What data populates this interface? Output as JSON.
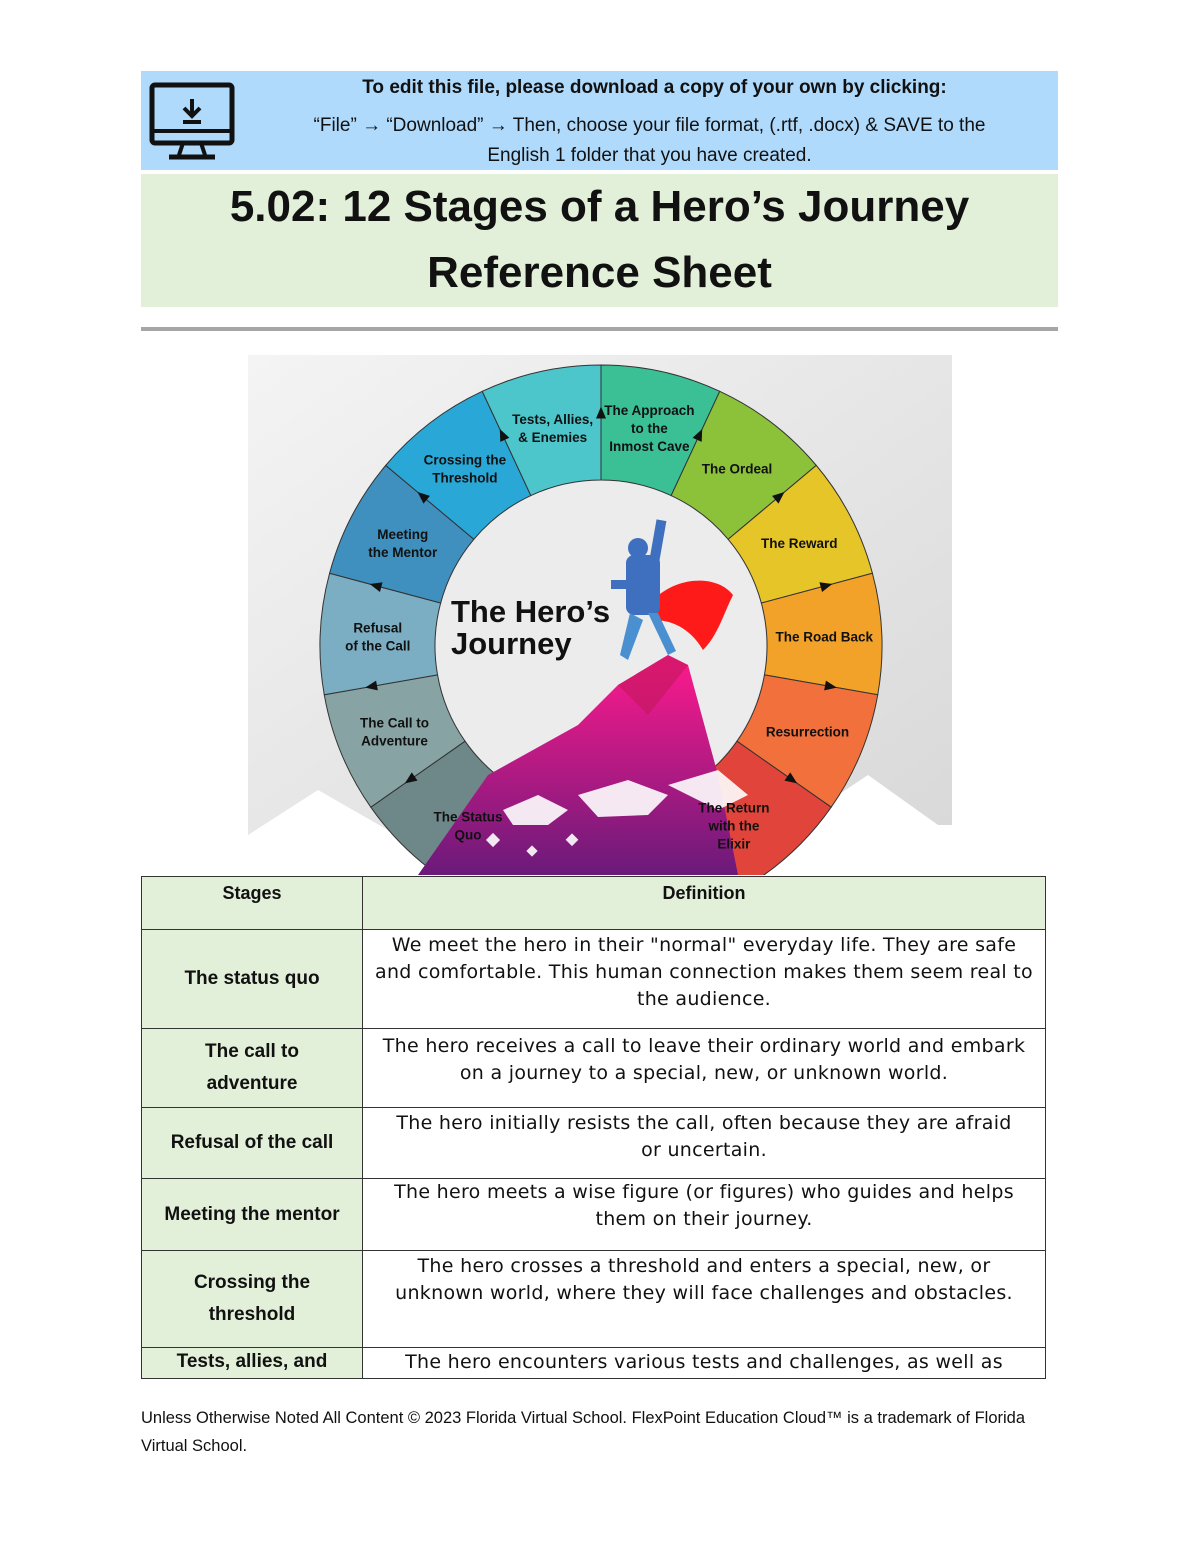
{
  "banner": {
    "icon": "monitor-download-icon",
    "line1": "To edit this file, please download a copy of your own by clicking:",
    "line2": "“File” → “Download” → Then, choose your file format, (.rtf, .docx) & SAVE to the",
    "line3": "English 1 folder that you have created."
  },
  "title": {
    "line1": "5.02: 12 Stages of a Hero’s Journey",
    "line2": "Reference Sheet"
  },
  "diagram": {
    "center_title_line1": "The Hero’s",
    "center_title_line2": "Journey",
    "stages": [
      {
        "label": "The Status\nQuo",
        "color": "#6e8789"
      },
      {
        "label": "The Call to\nAdventure",
        "color": "#87a3a4"
      },
      {
        "label": "Refusal\nof the Call",
        "color": "#7badc3"
      },
      {
        "label": "Meeting\nthe Mentor",
        "color": "#3f90bf"
      },
      {
        "label": "Crossing the\nThreshold",
        "color": "#29a7d6"
      },
      {
        "label": "Tests, Allies,\n& Enemies",
        "color": "#4dc6cb"
      },
      {
        "label": "The Approach\nto the\nInmost Cave",
        "color": "#3bbf95"
      },
      {
        "label": "The Ordeal",
        "color": "#8cc13a"
      },
      {
        "label": "The Reward",
        "color": "#e6c528"
      },
      {
        "label": "The Road Back",
        "color": "#f3a229"
      },
      {
        "label": "Resurrection",
        "color": "#f2703b"
      },
      {
        "label": "The Return\nwith the\nElixir",
        "color": "#e0443a"
      }
    ]
  },
  "table": {
    "headers": [
      "Stages",
      "Definition"
    ],
    "rows": [
      {
        "stage": "The status quo",
        "definition": "We meet the hero in their \"normal\" everyday life. They are safe and comfortable. This human connection makes them seem real to the audience."
      },
      {
        "stage": "The call to adventure",
        "definition": "The hero receives a call to leave their ordinary world and embark on a journey to a special, new, or unknown world."
      },
      {
        "stage": "Refusal of the call",
        "definition": "The hero initially resists the call, often because they are afraid or uncertain."
      },
      {
        "stage": "Meeting the mentor",
        "definition": "The hero meets a wise figure (or figures) who guides and helps them on their journey."
      },
      {
        "stage": "Crossing the threshold",
        "definition": "The hero crosses a threshold and enters a special, new, or unknown world, where they will face challenges and obstacles."
      },
      {
        "stage": "Tests, allies, and",
        "definition": "The hero encounters various tests and challenges, as well as"
      }
    ]
  },
  "footer": "Unless Otherwise Noted All Content © 2023 Florida Virtual School. FlexPoint Education Cloud™ is a trademark of Florida Virtual School."
}
